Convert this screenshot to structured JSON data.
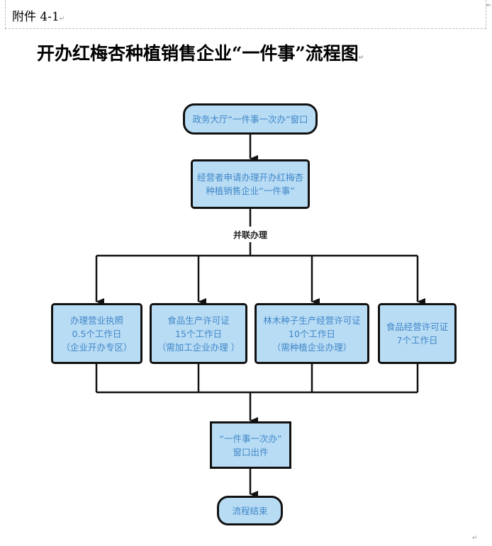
{
  "header": {
    "annex_label": "附件 4-1",
    "paragraph_mark": "↵"
  },
  "title": "开办红梅杏种植销售企业“一件事”流程图",
  "flowchart": {
    "start": {
      "lines": [
        "政务大厅“一件事一次办”窗口"
      ]
    },
    "apply": {
      "lines": [
        "经营者申请办理开办红梅杏",
        "种植销售企业“一件事”"
      ]
    },
    "parallel_label": "并联办理",
    "branches": [
      {
        "lines": [
          "办理营业执照",
          "0.5个工作日",
          "（企业开办专区）"
        ]
      },
      {
        "lines": [
          "食品生产许可证",
          "15个工作日",
          "（需加工企业办理 ）"
        ]
      },
      {
        "lines": [
          "林木种子生产经营许可证",
          "10个工作日",
          "（需种植企业办理）"
        ]
      },
      {
        "lines": [
          "食品经营许可证",
          "7个工作日"
        ]
      }
    ],
    "issue": {
      "lines": [
        "“一件事一次办”",
        "窗口出件"
      ]
    },
    "end": {
      "lines": [
        "流程结束"
      ]
    }
  },
  "colors": {
    "node_fill": "#b9dcf5",
    "node_text": "#3f87c8",
    "line": "#111111"
  }
}
